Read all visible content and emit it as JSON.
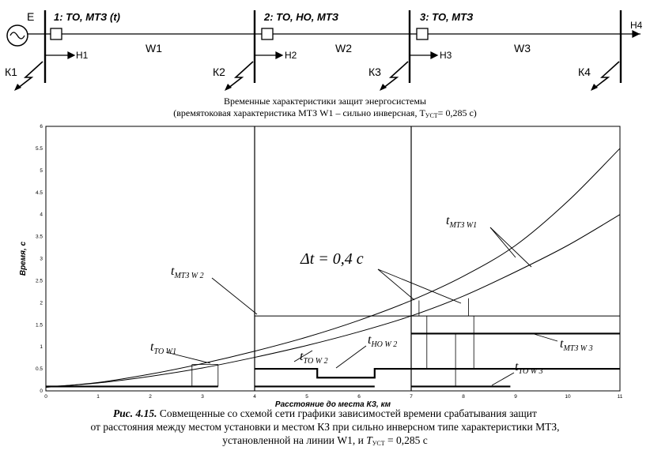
{
  "scheme": {
    "source_label": "E",
    "relays": [
      {
        "label": "1: ТО, МТЗ (t)",
        "direction": "Н1"
      },
      {
        "label": "2: ТО, НО, МТЗ",
        "direction": "Н2"
      },
      {
        "label": "3: ТО, МТЗ",
        "direction": "Н3"
      }
    ],
    "end_direction": "Н4",
    "lines": [
      "W1",
      "W2",
      "W3"
    ],
    "faults": [
      "К1",
      "К2",
      "К3",
      "К4"
    ]
  },
  "title": {
    "line1": "Временные характеристики защит энергосистемы",
    "line2_before": "(времятоковая характеристика МТЗ W1 – сильно инверсная, T",
    "line2_sub": "УСТ",
    "line2_after": "= 0,285 с)"
  },
  "caption": {
    "lead": "Рис. 4.15.",
    "line1_rest": " Совмещенные со схемой сети графики зависимостей времени срабатывания защит",
    "line2": "от расстояния между местом установки и местом КЗ при сильно инверсном типе характеристики МТЗ,",
    "line3_before": "установленной на линии W1, и ",
    "line3_T": "T",
    "line3_sub": "УСТ",
    "line3_after": " = 0,285 с"
  },
  "chart_data": {
    "type": "line",
    "xlabel": "Расстояние до места КЗ, км",
    "ylabel": "Время, с",
    "xlim": [
      0,
      11
    ],
    "ylim": [
      0,
      6
    ],
    "x_ticks": [
      "0",
      "1",
      "2",
      "3",
      "4",
      "5",
      "6",
      "7",
      "8",
      "9",
      "10",
      "11"
    ],
    "y_ticks": [
      "0",
      "0.5",
      "1",
      "1.5",
      "2",
      "2.5",
      "3",
      "3.5",
      "4",
      "4.5",
      "5",
      "5.5",
      "6"
    ],
    "grid": false,
    "bus_positions": [
      4,
      7
    ],
    "series": [
      {
        "name": "t_МТЗ W1",
        "style": "thin",
        "x": [
          0,
          1,
          2,
          3,
          4,
          5,
          6,
          7,
          8,
          9,
          10,
          11
        ],
        "y": [
          0.09,
          0.18,
          0.33,
          0.52,
          0.76,
          1.03,
          1.34,
          1.7,
          2.15,
          2.7,
          3.3,
          4.0
        ]
      },
      {
        "name": "t_МТЗ W1",
        "style": "thin",
        "x": [
          0,
          1,
          2,
          3,
          4,
          5,
          6,
          7,
          8,
          9,
          10,
          11
        ],
        "y": [
          0.08,
          0.19,
          0.38,
          0.62,
          0.9,
          1.22,
          1.6,
          2.05,
          2.6,
          3.3,
          4.3,
          5.5
        ]
      },
      {
        "name": "t_МТЗ W2",
        "style": "thin",
        "x": [
          4,
          11
        ],
        "y": [
          1.7,
          1.7
        ]
      },
      {
        "name": "t_МТЗ W3",
        "style": "thick",
        "x": [
          7,
          7.85,
          7.85,
          11
        ],
        "y": [
          1.3,
          1.3,
          1.3,
          1.3
        ]
      },
      {
        "name": "t_ТО W1",
        "style": "thick",
        "x": [
          0,
          3.3
        ],
        "y": [
          0.1,
          0.1
        ]
      },
      {
        "name": "t_ТО W2",
        "style": "thick",
        "x": [
          4,
          6.3
        ],
        "y": [
          0.1,
          0.1
        ]
      },
      {
        "name": "t_НО W2",
        "style": "thick",
        "x": [
          4,
          5.2,
          5.2,
          6.3,
          6.3,
          11
        ],
        "y": [
          0.5,
          0.5,
          0.3,
          0.3,
          0.5,
          0.5
        ]
      },
      {
        "name": "t_ТО W3",
        "style": "thick",
        "x": [
          7,
          8.9
        ],
        "y": [
          0.1,
          0.1
        ]
      }
    ],
    "annotations": [
      {
        "text": "Δt = 0,4 c"
      }
    ]
  },
  "colors": {
    "ink": "#000000",
    "background": "#ffffff"
  }
}
